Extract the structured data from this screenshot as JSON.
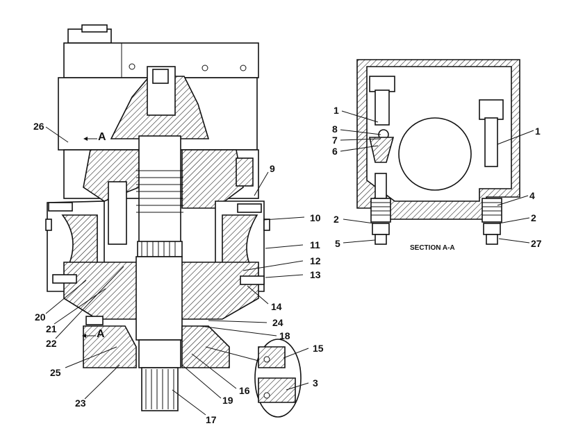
{
  "diagram": {
    "left_view_callouts": [
      "26",
      "9",
      "10",
      "11",
      "12",
      "13",
      "14",
      "24",
      "18",
      "15",
      "3",
      "16",
      "19",
      "17",
      "23",
      "25",
      "22",
      "21",
      "20"
    ],
    "section_marker": "A",
    "right_view_callouts": [
      "1",
      "8",
      "7",
      "6",
      "1",
      "4",
      "2",
      "2",
      "5",
      "27"
    ],
    "section_caption": "SECTION A-A"
  }
}
